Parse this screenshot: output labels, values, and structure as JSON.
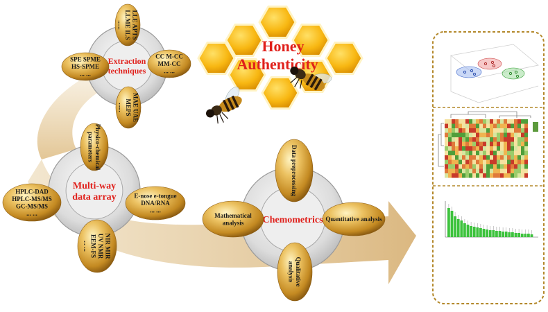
{
  "title": {
    "line1": "Honey",
    "line2": "Authenticity"
  },
  "extraction": {
    "hub": [
      "Extraction",
      "techniques"
    ],
    "eggs": {
      "top": [
        "LLE APTS",
        "LLME ILS",
        "......"
      ],
      "left": [
        "SPE SPME",
        "HS-SPME",
        "...  ..."
      ],
      "right": [
        "CC M-CC",
        "MM-CC",
        "...  ..."
      ],
      "bottom": [
        "MAE UAE",
        "MEPS",
        "......"
      ]
    }
  },
  "multiway": {
    "hub": [
      "Multi-way",
      "data array"
    ],
    "eggs": {
      "top": [
        "Physico-chemical",
        "parameters"
      ],
      "left": [
        "HPLC-DAD",
        "HPLC-MS/MS",
        "GC-MS/MS",
        "...  ..."
      ],
      "right": [
        "E-nose e-tongue",
        "DNA/RNA",
        "...  ..."
      ],
      "bottom": [
        "NIR  MIR",
        "UV  NMR",
        "EEM-FS",
        "...  ..."
      ]
    }
  },
  "chemometrics": {
    "hub": [
      "Chemometrics"
    ],
    "eggs": {
      "top": [
        "Data preprocessing"
      ],
      "left": [
        "Mathematical",
        "analysis"
      ],
      "right": [
        "Quantitative analysis"
      ],
      "bottom": [
        "Qualitative",
        "analysis"
      ]
    }
  },
  "colors": {
    "hub_text": "#e0201b",
    "egg_gold": "#d7a43d",
    "arrow": "#e5cfa8",
    "frame": "#b3882a",
    "honeycomb": "#f7b716"
  },
  "icons": [
    "bee-icon",
    "pca-3d-plot-icon",
    "heatmap-icon",
    "vip-bar-chart-icon"
  ]
}
